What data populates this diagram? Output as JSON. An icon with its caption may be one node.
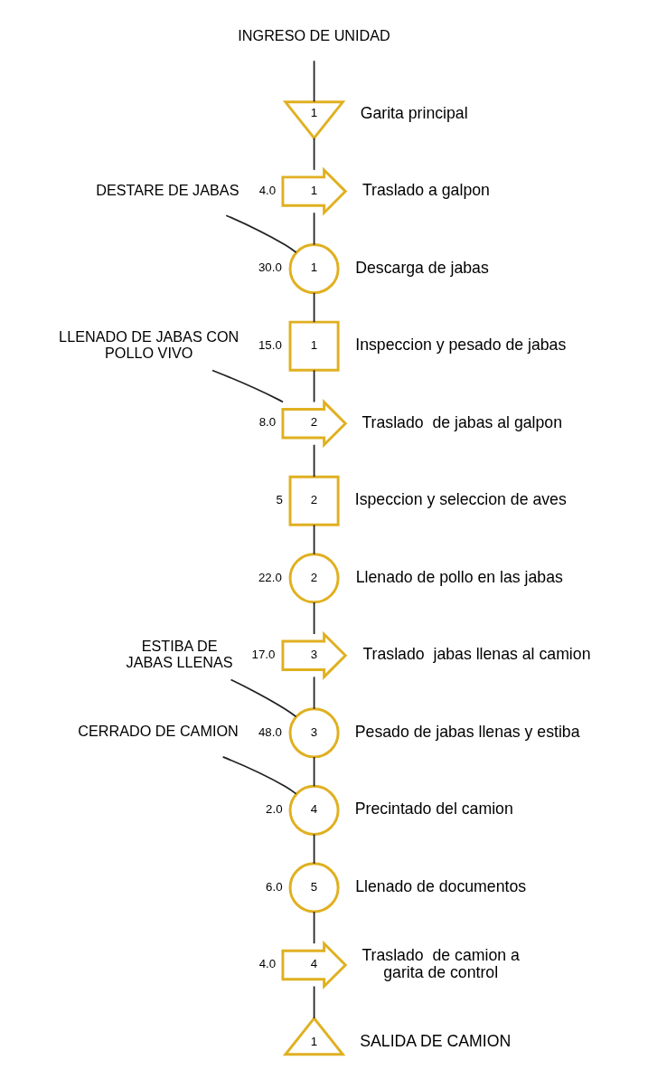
{
  "diagram": {
    "nodes": [
      {
        "text": [
          "INGRESO DE UNIDAD"
        ]
      },
      {
        "text": [
          "1"
        ],
        "beside": [
          "Garita principal"
        ]
      },
      {
        "text": [
          "1"
        ],
        "beside": [
          "4.0",
          "Traslado a galpon"
        ]
      },
      {
        "text": [
          "DESTARE DE JABAS"
        ]
      },
      {
        "text": [
          "1"
        ],
        "beside": [
          "30.0",
          "Descarga de jabas"
        ]
      },
      {
        "text": [
          "1"
        ],
        "beside": [
          "15.0",
          "Inspeccion y pesado de jabas"
        ]
      },
      {
        "text": [
          "LLENADO DE JABAS CON POLLO VIVO"
        ]
      },
      {
        "text": [
          "2"
        ],
        "beside": [
          "8.0",
          "Traslado  de jabas al galpon"
        ]
      },
      {
        "text": [
          "2"
        ],
        "beside": [
          "5",
          "Ispeccion y seleccion de aves"
        ]
      },
      {
        "text": [
          "2"
        ],
        "beside": [
          "22.0",
          "Llenado de pollo en las jabas"
        ]
      },
      {
        "text": [
          "3"
        ],
        "beside": [
          "17.0",
          "Traslado  jabas llenas al camion"
        ]
      },
      {
        "text": [
          "ESTIBA DE JABAS LLENAS"
        ]
      },
      {
        "text": [
          "3"
        ],
        "beside": [
          "48.0",
          "Pesado de jabas llenas y estiba"
        ]
      },
      {
        "text": [
          "CERRADO DE CAMION"
        ]
      },
      {
        "text": [
          "4"
        ],
        "beside": [
          "2.0",
          "Precintado del camion"
        ]
      },
      {
        "text": [
          "5"
        ],
        "beside": [
          "6.0",
          "Llenado de documentos"
        ]
      },
      {
        "text": [
          "4"
        ],
        "beside": [
          "4.0",
          "Traslado  de camion a garita de control"
        ]
      },
      {
        "text": [
          "1"
        ],
        "beside": [
          "SALIDA DE CAMION"
        ]
      }
    ],
    "edges": [
      {
        "from": 0,
        "to": 1,
        "arrow": "none"
      },
      {
        "from": 1,
        "to": 2,
        "arrow": "none"
      },
      {
        "from": 2,
        "to": 4,
        "arrow": "none"
      },
      {
        "from": 3,
        "to": 4,
        "arrow": "none"
      },
      {
        "from": 4,
        "to": 5,
        "arrow": "none"
      },
      {
        "from": 5,
        "to": 7,
        "arrow": "none"
      },
      {
        "from": 6,
        "to": 7,
        "arrow": "none"
      },
      {
        "from": 7,
        "to": 8,
        "arrow": "none"
      },
      {
        "from": 8,
        "to": 9,
        "arrow": "none"
      },
      {
        "from": 9,
        "to": 10,
        "arrow": "none"
      },
      {
        "from": 10,
        "to": 12,
        "arrow": "none"
      },
      {
        "from": 11,
        "to": 12,
        "arrow": "none"
      },
      {
        "from": 12,
        "to": 14,
        "arrow": "none"
      },
      {
        "from": 13,
        "to": 14,
        "arrow": "none"
      },
      {
        "from": 14,
        "to": 15,
        "arrow": "none"
      },
      {
        "from": 15,
        "to": 16,
        "arrow": "none"
      },
      {
        "from": 16,
        "to": 17,
        "arrow": "none"
      }
    ]
  }
}
